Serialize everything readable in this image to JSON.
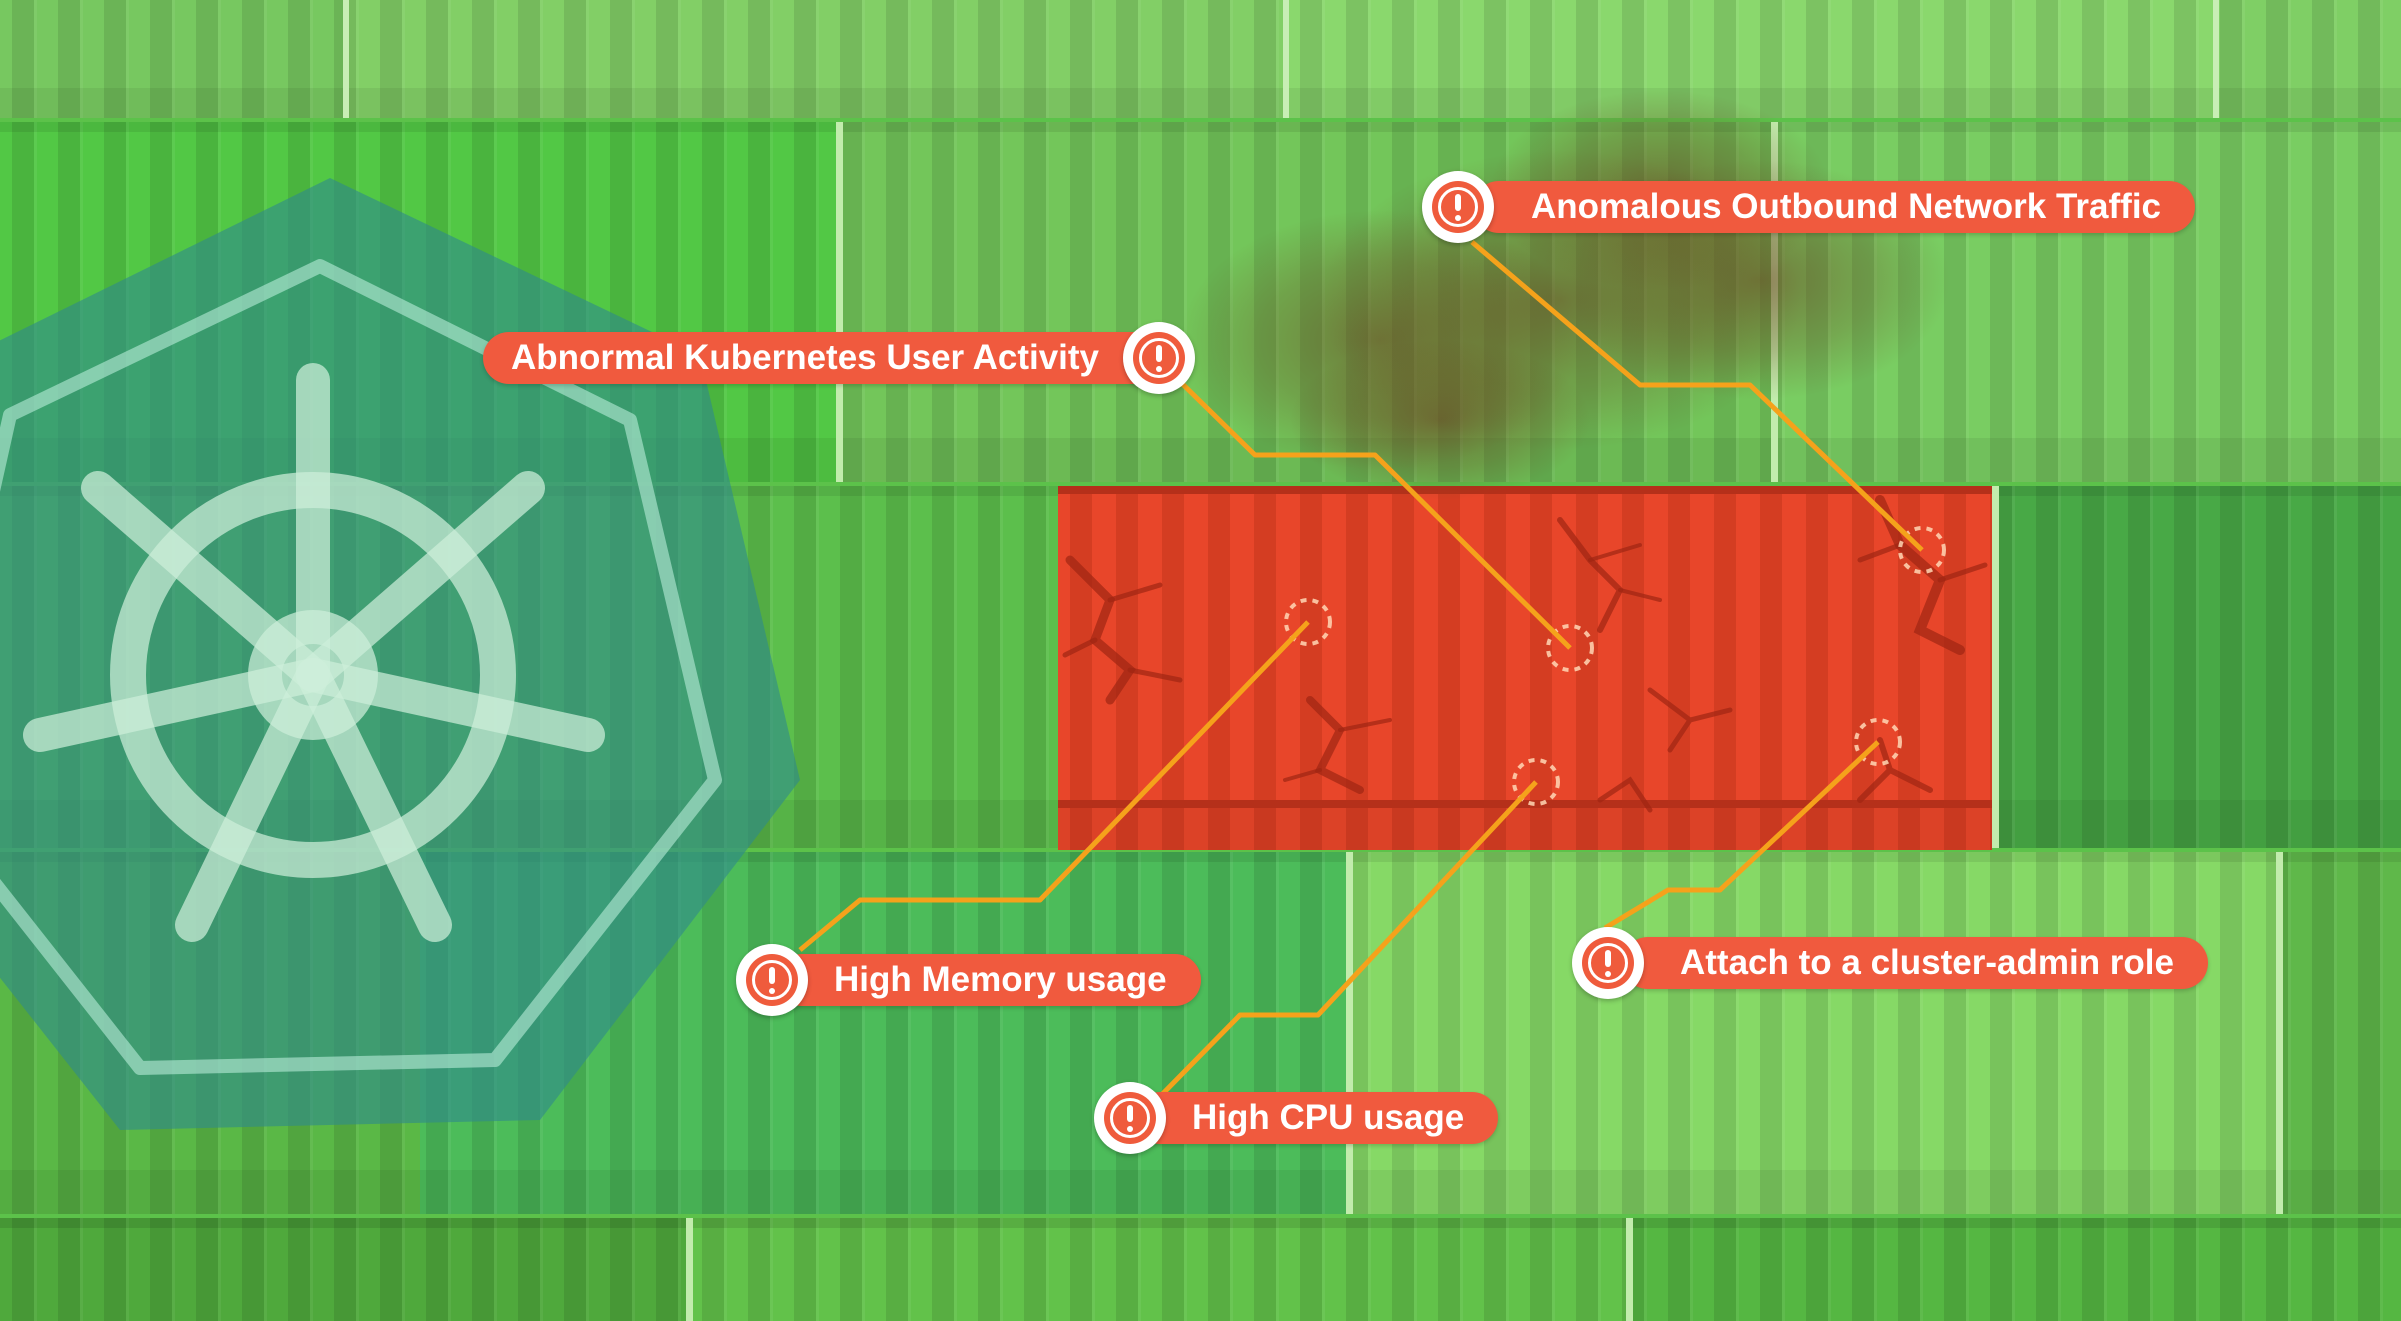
{
  "colors": {
    "container_green": "#54c643",
    "container_dark_green": "#3fa83a",
    "compromised_container": "#e8442a",
    "badge": "#f05a3e",
    "connector": "#f5a21b",
    "kubernetes_hex": "#2f8a8a"
  },
  "icons": {
    "alert": "exclamation-circle-icon",
    "logo": "kubernetes-helm-icon"
  },
  "alerts": [
    {
      "id": "network",
      "label": "Anomalous Outbound Network Traffic"
    },
    {
      "id": "user",
      "label": "Abnormal Kubernetes User Activity"
    },
    {
      "id": "memory",
      "label": "High Memory usage"
    },
    {
      "id": "cpu",
      "label": "High CPU usage"
    },
    {
      "id": "admin",
      "label": "Attach to a cluster-admin role"
    }
  ]
}
